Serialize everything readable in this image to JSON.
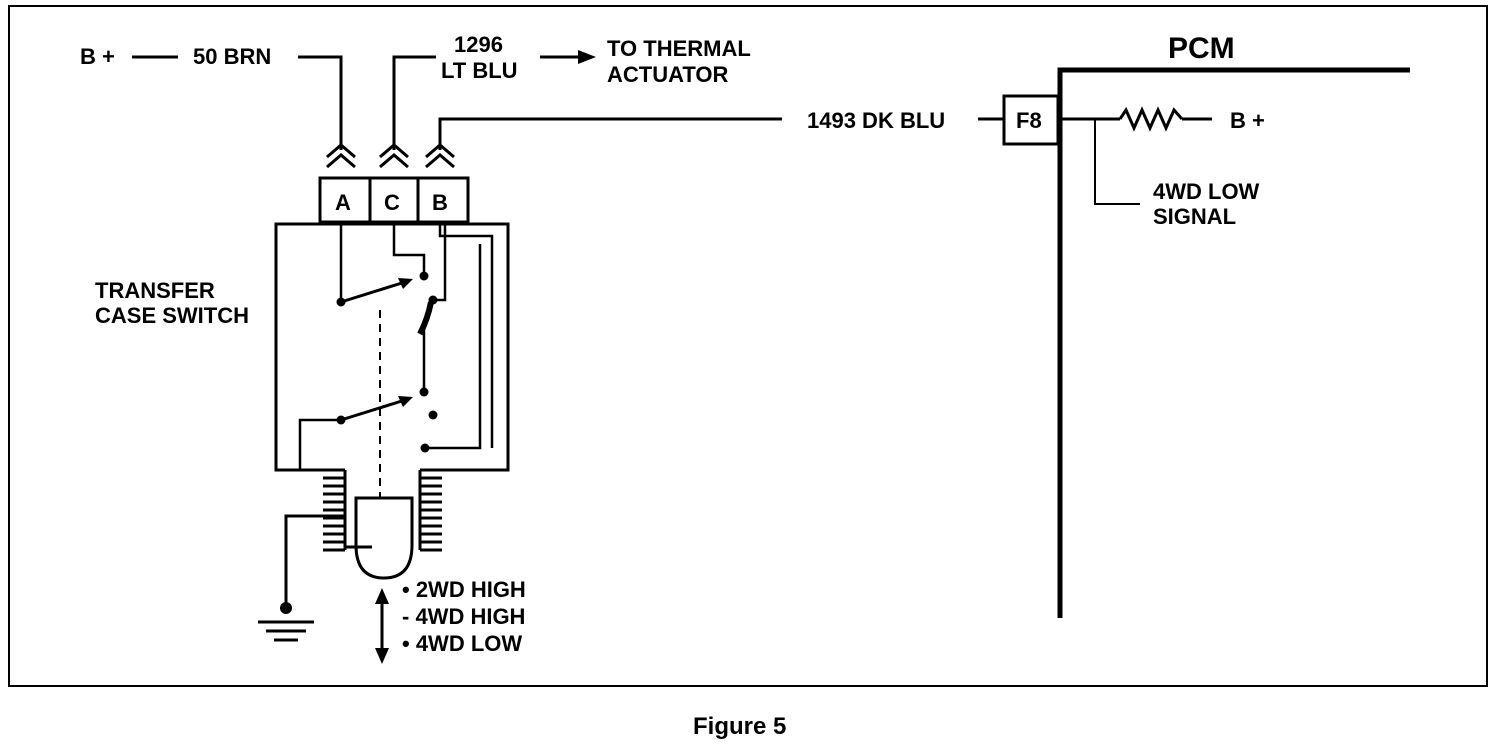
{
  "labels": {
    "b_plus_left": "B +",
    "wire_50": "50 BRN",
    "wire_1296_num": "1296",
    "wire_1296_color": "LT BLU",
    "to_thermal_1": "TO THERMAL",
    "to_thermal_2": "ACTUATOR",
    "pcm": "PCM",
    "wire_1493": "1493 DK BLU",
    "pin_f8": "F8",
    "b_plus_right": "B +",
    "signal_1": "4WD LOW",
    "signal_2": "SIGNAL",
    "switch_1": "TRANSFER",
    "switch_2": "CASE SWITCH",
    "term_a": "A",
    "term_c": "C",
    "term_b": "B",
    "pos_1": "• 2WD HIGH",
    "pos_2": "- 4WD HIGH",
    "pos_3": "• 4WD LOW",
    "figure": "Figure 5"
  }
}
